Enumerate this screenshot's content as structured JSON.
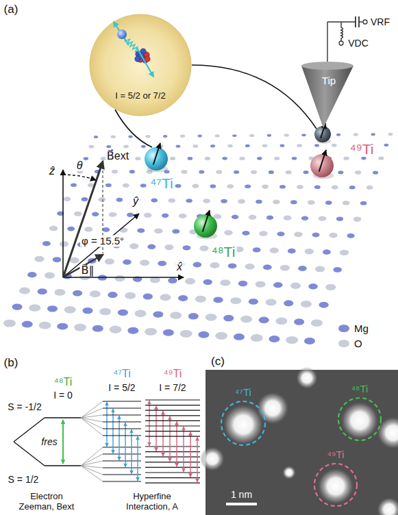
{
  "diagram": {
    "nodes": [
      {
        "text": [
          "I = 5/2 or 7/2"
        ]
      },
      {
        "text": [
          "Tip"
        ]
      },
      {
        "text": [
          "1 nm"
        ]
      },
      {
        "text": [
          "⁴⁷Ti"
        ],
        "in": 2
      },
      {
        "text": [
          "⁴⁸Ti"
        ],
        "in": 2
      },
      {
        "text": [
          "⁴⁹Ti"
        ],
        "in": 2
      }
    ],
    "labels": [
      "(a)",
      "VRF",
      "VDC",
      "⁴⁹Ti",
      "⁴⁷Ti",
      "⁴⁸Ti",
      "ẑ",
      "θ",
      "B⃗ext",
      "ŷ",
      "φ = 15.5°",
      "B⃗∥",
      "x̂",
      "(b)",
      "⁴⁸Ti",
      "I = 0",
      "⁴⁷Ti",
      "I = 5/2",
      "⁴⁹Ti",
      "I = 7/2",
      "S = -1/2",
      "S = 1/2",
      "fres",
      "Electron Zeeman, Bext",
      "Hyperfine Interaction, A",
      "(c)"
    ],
    "legend": [
      {
        "text": "Mg",
        "color": "#7f8ad6"
      },
      {
        "text": "O",
        "color": "#c9cdd9"
      }
    ]
  }
}
